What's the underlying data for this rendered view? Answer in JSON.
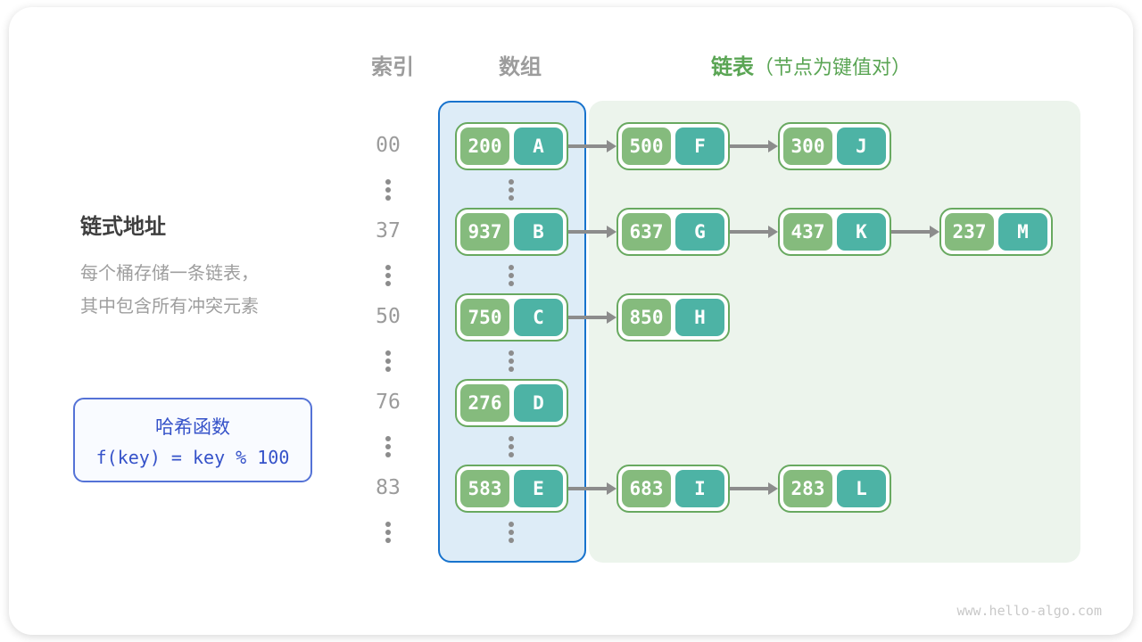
{
  "header": {
    "index_label": "索引",
    "array_label": "数组",
    "list_label": "链表",
    "list_note": "（节点为键值对）"
  },
  "sidebar": {
    "title": "链式地址",
    "description_line1": "每个桶存储一条链表，",
    "description_line2": "其中包含所有冲突元素",
    "hash_box": {
      "title": "哈希函数",
      "formula": "f(key) = key % 100"
    }
  },
  "diagram": {
    "rows": [
      {
        "index": "00",
        "nodes": [
          {
            "key": "200",
            "value": "A"
          },
          {
            "key": "500",
            "value": "F"
          },
          {
            "key": "300",
            "value": "J"
          }
        ]
      },
      {
        "index": "37",
        "nodes": [
          {
            "key": "937",
            "value": "B"
          },
          {
            "key": "637",
            "value": "G"
          },
          {
            "key": "437",
            "value": "K"
          },
          {
            "key": "237",
            "value": "M"
          }
        ]
      },
      {
        "index": "50",
        "nodes": [
          {
            "key": "750",
            "value": "C"
          },
          {
            "key": "850",
            "value": "H"
          }
        ]
      },
      {
        "index": "76",
        "nodes": [
          {
            "key": "276",
            "value": "D"
          }
        ]
      },
      {
        "index": "83",
        "nodes": [
          {
            "key": "583",
            "value": "E"
          },
          {
            "key": "683",
            "value": "I"
          },
          {
            "key": "283",
            "value": "L"
          }
        ]
      }
    ]
  },
  "watermark": "www.hello-algo.com",
  "colors": {
    "node_border": "#68a960",
    "node_key_bg": "#85bb7d",
    "node_value_bg": "#4db3a5",
    "node_text": "#ffffff",
    "array_panel_bg": "#ddecf7",
    "array_panel_border": "#1873cd",
    "list_panel_bg": "#ecf4ec",
    "arrow": "#8c8c8c",
    "header_gray": "#9c9c9c",
    "header_green": "#5aa554",
    "hash_border": "#5472d6",
    "hash_text": "#3552c9",
    "hash_bg": "#f9fbff",
    "title_dark": "#3f3f3f",
    "body_gray": "#9e9e9e",
    "index_gray": "#9b9b9b",
    "watermark_gray": "#c9c9c9"
  }
}
